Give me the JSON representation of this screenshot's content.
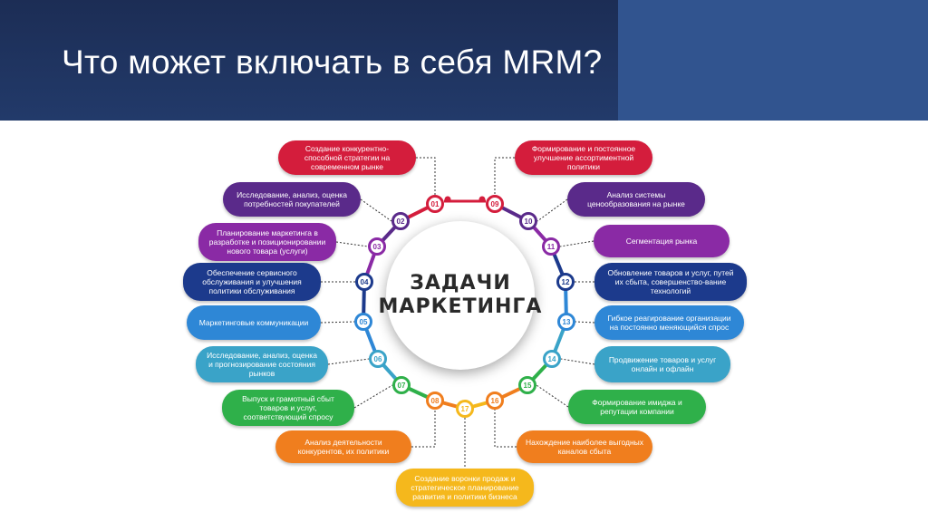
{
  "slide": {
    "title": "Что может включать в себя MRM?"
  },
  "diagram": {
    "center_line1": "ЗАДАЧИ",
    "center_line2": "МАРКЕТИНГА",
    "items": [
      {
        "num": "01",
        "color": "#d41d3c",
        "text": "Создание конкурентно-способной стратегии на современном рынке"
      },
      {
        "num": "02",
        "color": "#5a2a8a",
        "text": "Исследование, анализ, оценка потребностей покупателей"
      },
      {
        "num": "03",
        "color": "#8a2aa5",
        "text": "Планирование маркетинга в разработке и позиционировании нового товара (услуги)"
      },
      {
        "num": "04",
        "color": "#1c3a8c",
        "text": "Обеспечение сервисного обслуживания и улучшения политики обслуживания"
      },
      {
        "num": "05",
        "color": "#2e87d6",
        "text": "Маркетинговые коммуникации"
      },
      {
        "num": "06",
        "color": "#3aa3c8",
        "text": "Исследование, анализ, оценка и прогнозирование состояния рынков"
      },
      {
        "num": "07",
        "color": "#2fb04a",
        "text": "Выпуск и грамотный сбыт товаров и услуг, соответствующий спросу"
      },
      {
        "num": "08",
        "color": "#f07e1e",
        "text": "Анализ деятельности конкурентов, их политики"
      },
      {
        "num": "09",
        "color": "#d41d3c",
        "text": "Формирование и постоянное улучшение ассортиментной политики"
      },
      {
        "num": "10",
        "color": "#5a2a8a",
        "text": "Анализ системы ценообразования на рынке"
      },
      {
        "num": "11",
        "color": "#8a2aa5",
        "text": "Сегментация рынка"
      },
      {
        "num": "12",
        "color": "#1c3a8c",
        "text": "Обновление товаров и услуг, путей их сбыта, совершенство-вание технологий"
      },
      {
        "num": "13",
        "color": "#2e87d6",
        "text": "Гибкое реагирование организации на постоянно меняющийся спрос"
      },
      {
        "num": "14",
        "color": "#3aa3c8",
        "text": "Продвижение товаров и услуг онлайн и офлайн"
      },
      {
        "num": "15",
        "color": "#2fb04a",
        "text": "Формирование имиджа и репутации компании"
      },
      {
        "num": "16",
        "color": "#f07e1e",
        "text": "Нахождение наиболее выгодных каналов сбыта"
      },
      {
        "num": "17",
        "color": "#f5b81c",
        "text": "Создание воронки продаж и стратегическое планирование развития и политики бизнеса"
      }
    ]
  }
}
